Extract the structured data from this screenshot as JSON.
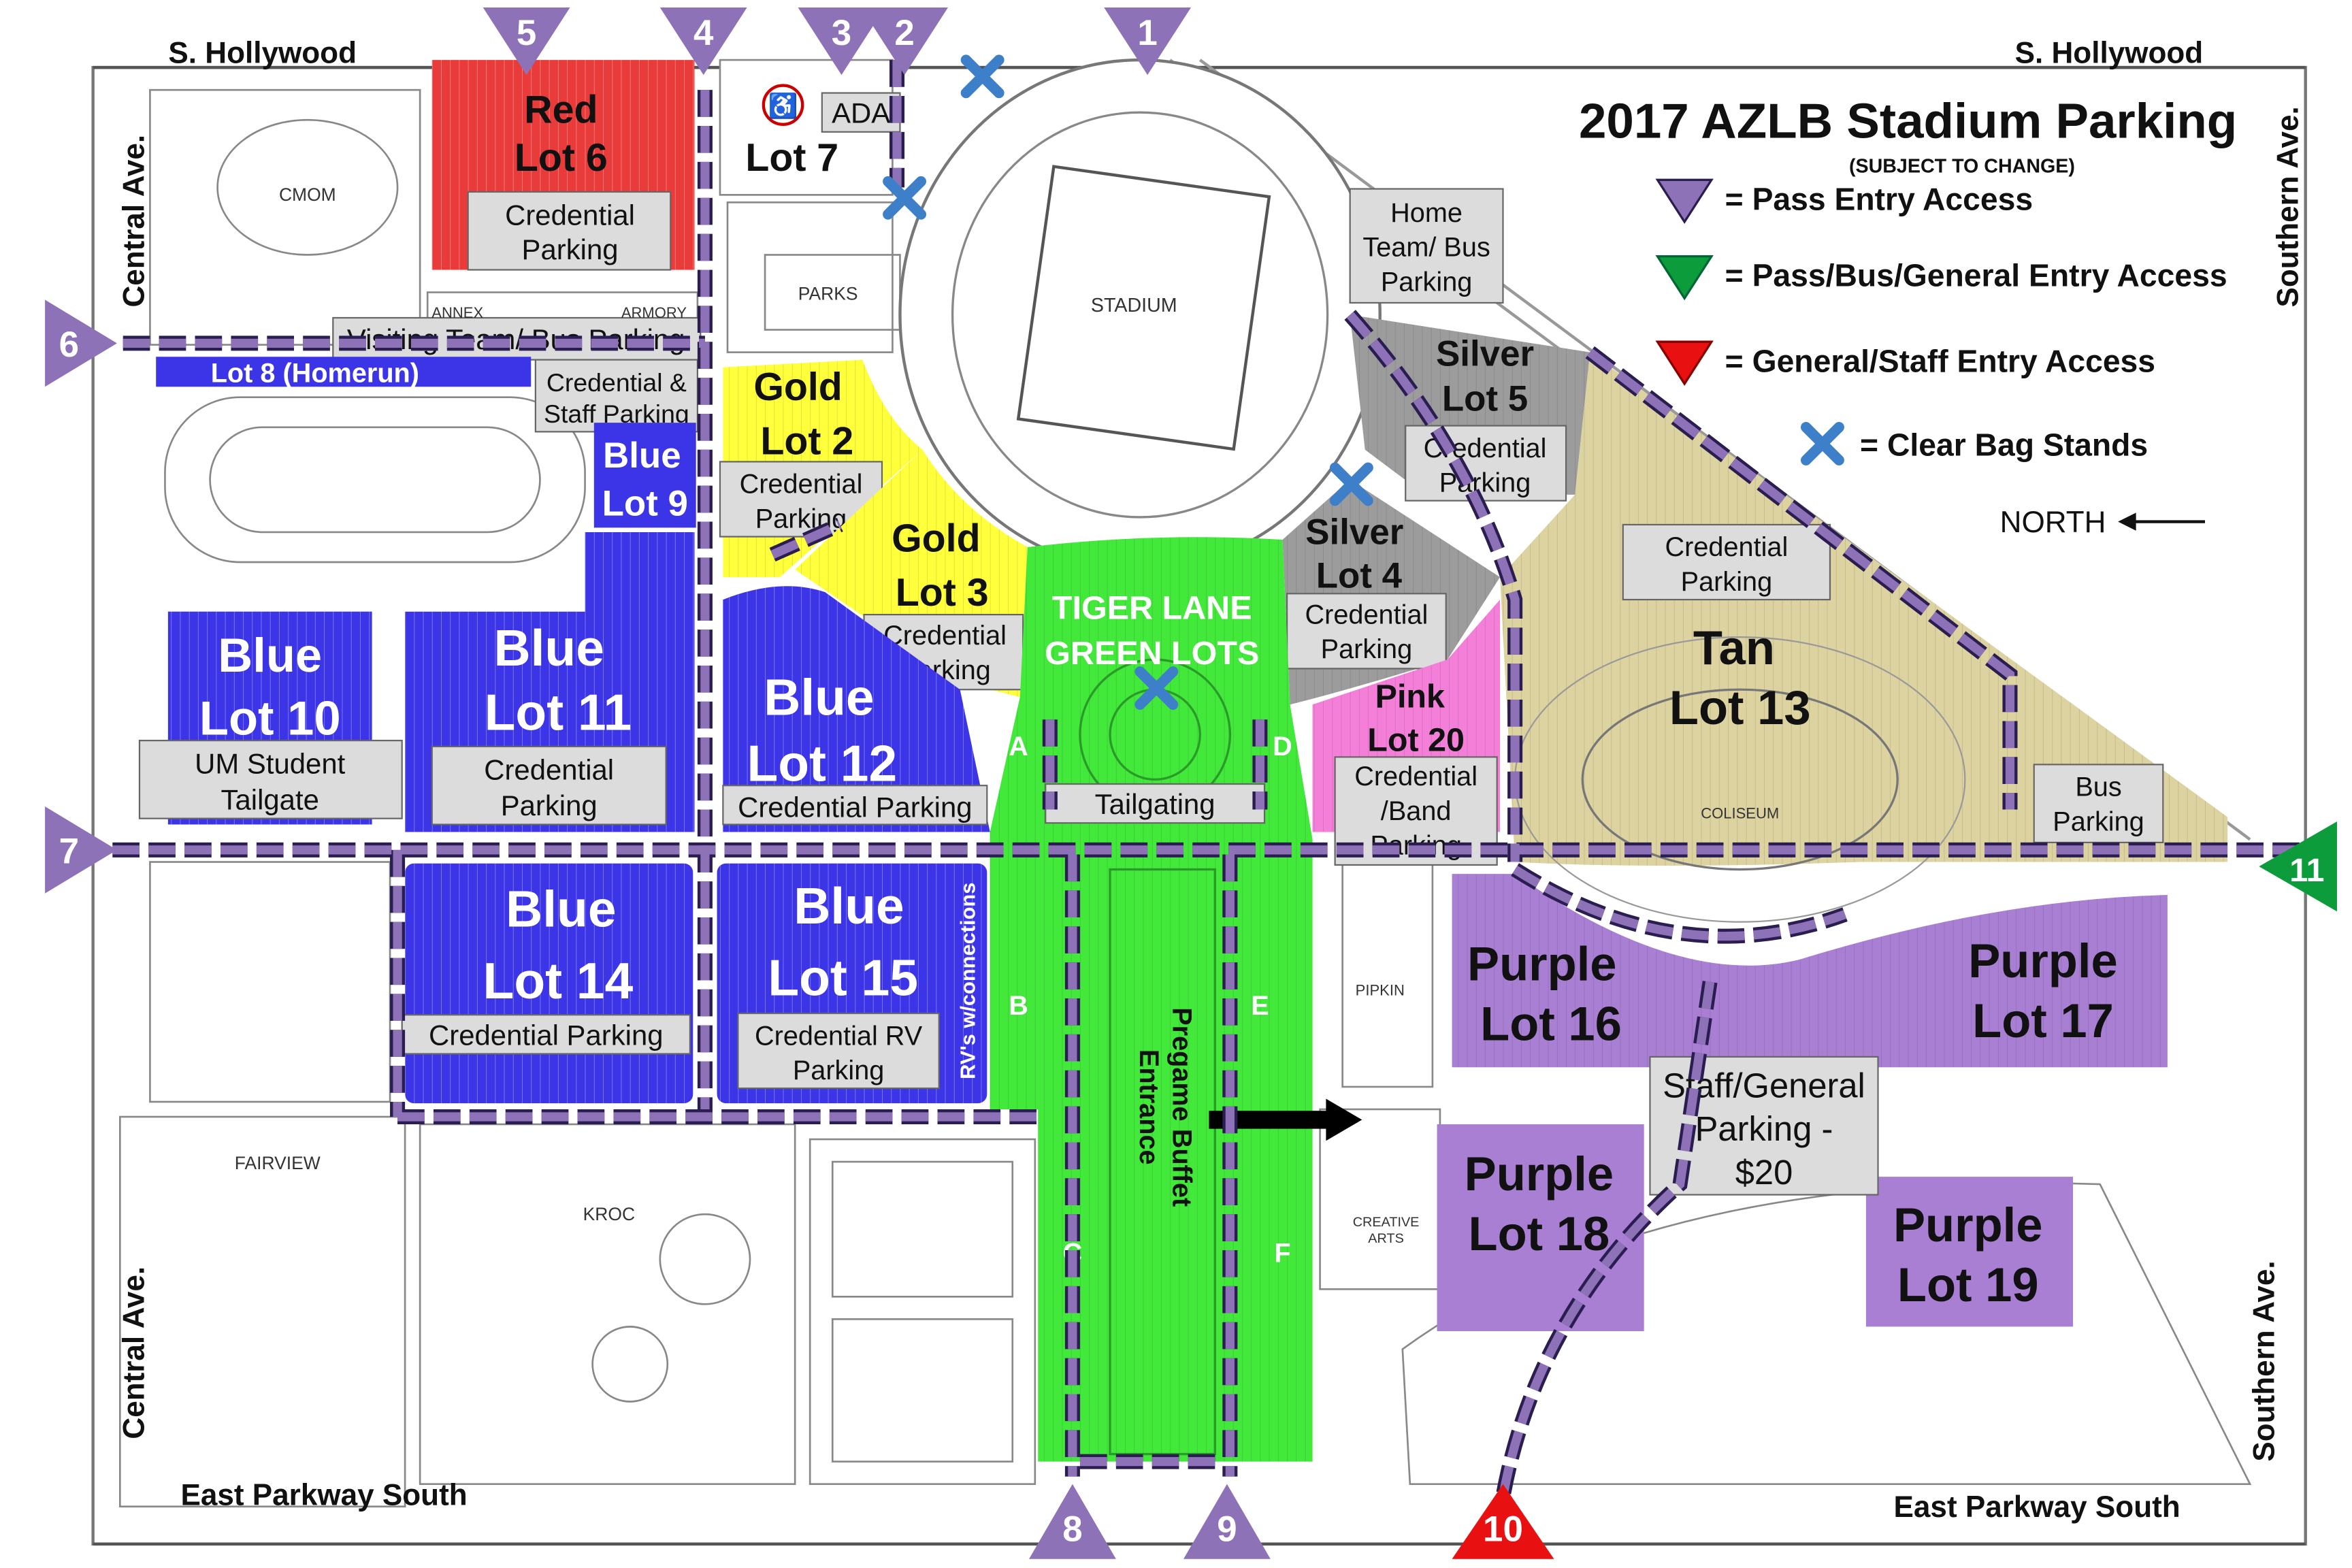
{
  "title": "2017 AZLB Stadium Parking",
  "subtitle": "(SUBJECT TO CHANGE)",
  "legend": {
    "pass_entry": "= Pass Entry Access",
    "pass_bus_general": "= Pass/Bus/General Entry Access",
    "general_staff": "= General/Staff Entry Access",
    "clear_bag": "= Clear Bag Stands",
    "north": "NORTH"
  },
  "colors": {
    "red": "#ea3b3b",
    "yellow": "#ffff3c",
    "blue": "#3c35e8",
    "green": "#42e83a",
    "silver": "#9c9c9c",
    "pink": "#f47fd8",
    "tan": "#ddd3a0",
    "purple": "#a97fd4",
    "entry_purple": "#8e72b8",
    "entry_green": "#0c9c3c",
    "entry_red": "#e81010",
    "bag": "#3d7fc8",
    "box": "#dcdcdc"
  },
  "streets": {
    "north_left": "S. Hollywood",
    "north_right": "S. Hollywood",
    "west_top": "Central Ave.",
    "west_bottom": "Central Ave.",
    "east_top": "Southern Ave.",
    "east_bottom": "Southern Ave.",
    "south_left": "East Parkway South",
    "south_right": "East Parkway South"
  },
  "buildings": {
    "cmom": "CMOM",
    "annex": "ANNEX",
    "armory": "ARMORY",
    "parks": "PARKS",
    "stadium": "STADIUM",
    "coliseum": "COLISEUM",
    "pipkin": "PIPKIN",
    "creative_1": "CREATIVE",
    "creative_2": "ARTS",
    "fairview": "FAIRVIEW",
    "kroc": "KROC"
  },
  "lots": {
    "red6": {
      "l1": "Red",
      "l2": "Lot 6",
      "box1": "Credential",
      "box2": "Parking"
    },
    "lot7": {
      "name": "Lot 7",
      "ada": "ADA"
    },
    "visiting": "Visiting Team/ Bus Parking",
    "lot8": "Lot 8 (Homerun)",
    "cred_staff": {
      "l1": "Credential &",
      "l2": "Staff Parking"
    },
    "gold2": {
      "l1": "Gold",
      "l2": "Lot 2",
      "box1": "Credential",
      "box2": "Parking"
    },
    "gold3": {
      "l1": "Gold",
      "l2": "Lot 3",
      "box1": "Credential",
      "box2": "Parking"
    },
    "blue9": {
      "l1": "Blue",
      "l2": "Lot 9"
    },
    "home": {
      "l1": "Home",
      "l2": "Team/ Bus",
      "l3": "Parking"
    },
    "silver5": {
      "l1": "Silver",
      "l2": "Lot 5",
      "box1": "Credential",
      "box2": "Parking"
    },
    "silver4": {
      "l1": "Silver",
      "l2": "Lot 4",
      "box1": "Credential",
      "box2": "Parking"
    },
    "tan13": {
      "l1": "Tan",
      "l2": "Lot 13",
      "box1": "Credential",
      "box2": "Parking",
      "bus1": "Bus",
      "bus2": "Parking"
    },
    "blue10": {
      "l1": "Blue",
      "l2": "Lot 10",
      "box1": "UM Student",
      "box2": "Tailgate"
    },
    "blue11": {
      "l1": "Blue",
      "l2": "Lot 11",
      "box1": "Credential",
      "box2": "Parking"
    },
    "blue12": {
      "l1": "Blue",
      "l2": "Lot 12",
      "box": "Credential Parking"
    },
    "tiger": {
      "l1": "TIGER LANE",
      "l2": "GREEN LOTS",
      "box": "Tailgating"
    },
    "pink20": {
      "l1": "Pink",
      "l2": "Lot 20",
      "box1": "Credential",
      "box2": "/Band",
      "box3": "Parking"
    },
    "blue14": {
      "l1": "Blue",
      "l2": "Lot 14",
      "box": "Credential Parking"
    },
    "blue15": {
      "l1": "Blue",
      "l2": "Lot 15",
      "box1": "Credential RV",
      "box2": "Parking",
      "rv": "RV's w/connections"
    },
    "buffet": {
      "l1": "Pregame Buffet",
      "l2": "Entrance"
    },
    "purple16": {
      "l1": "Purple",
      "l2": "Lot 16"
    },
    "purple17": {
      "l1": "Purple",
      "l2": "Lot 17"
    },
    "purple18": {
      "l1": "Purple",
      "l2": "Lot 18"
    },
    "purple19": {
      "l1": "Purple",
      "l2": "Lot 19"
    },
    "staff_general": {
      "l1": "Staff/General",
      "l2": "Parking -",
      "l3": "$20"
    }
  },
  "section_letters": {
    "a": "A",
    "b": "B",
    "c": "C",
    "d": "D",
    "e": "E",
    "f": "F"
  },
  "entries": {
    "e1": "1",
    "e2": "2",
    "e3": "3",
    "e4": "4",
    "e5": "5",
    "e6": "6",
    "e7": "7",
    "e8": "8",
    "e9": "9",
    "e10": "10",
    "e11": "11"
  }
}
